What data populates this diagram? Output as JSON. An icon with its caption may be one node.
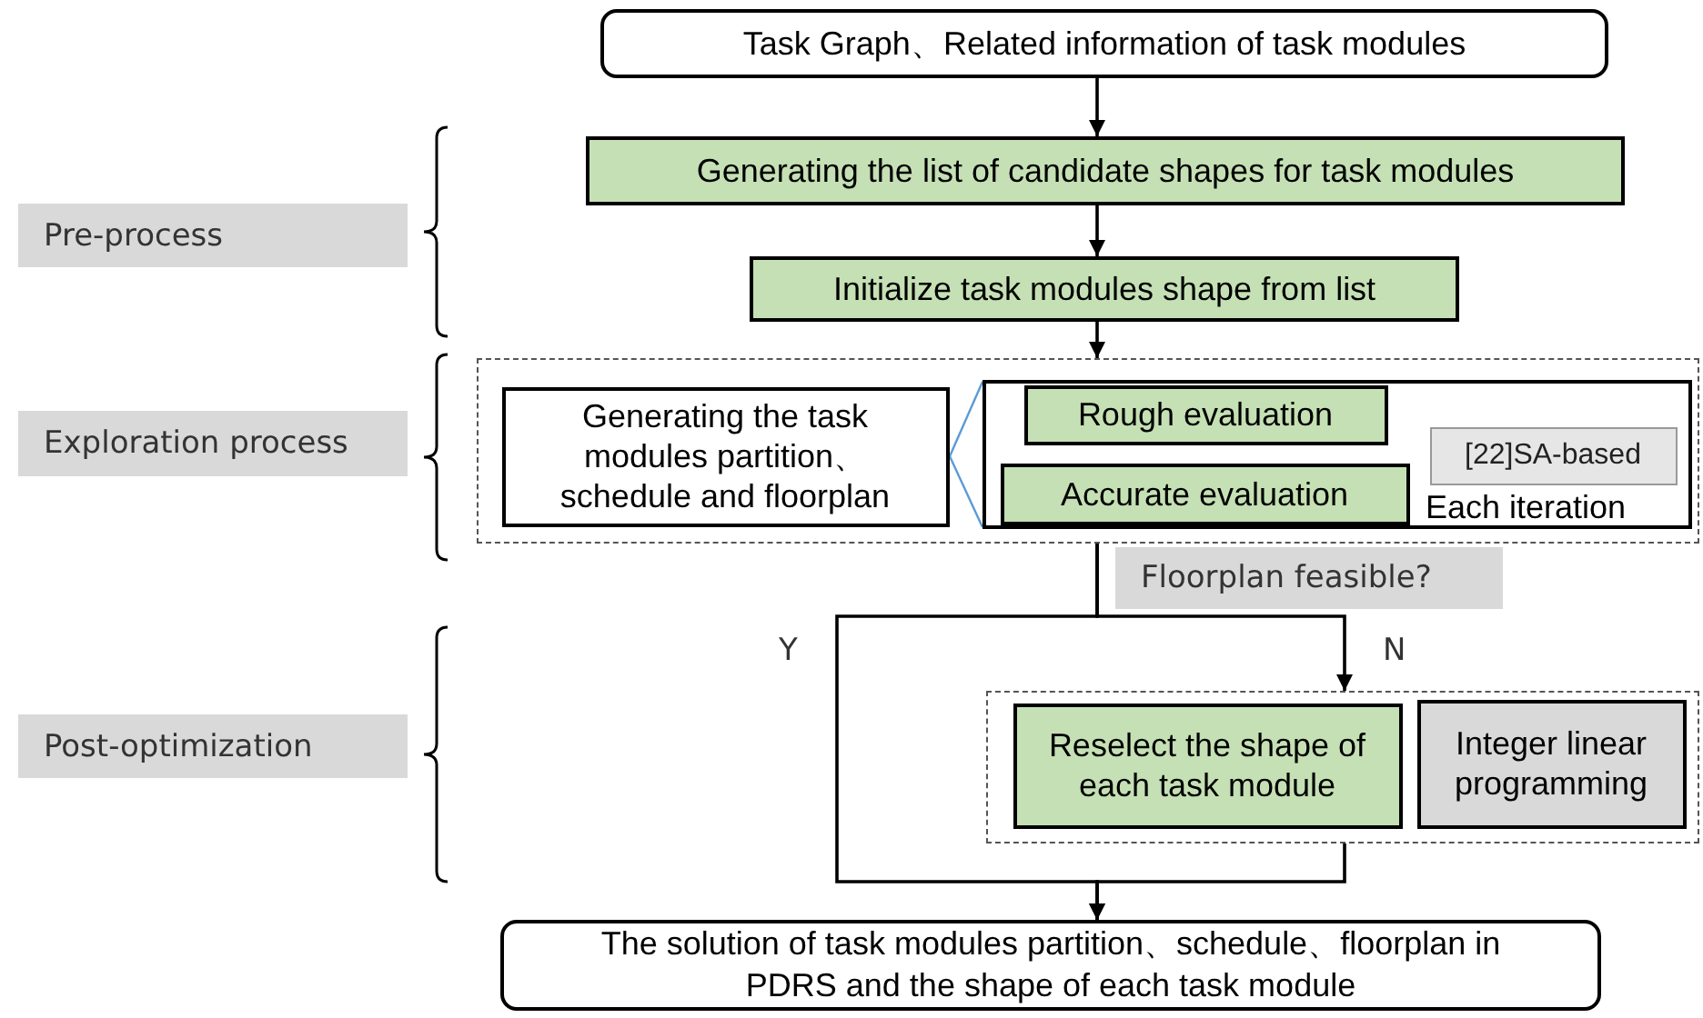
{
  "diagram": {
    "nodes": [
      {
        "text": [
          "Task Graph、Related information of task modules"
        ]
      },
      {
        "text": [
          "Generating the list of candidate shapes for task modules"
        ]
      },
      {
        "text": [
          "Initialize task modules shape from list"
        ]
      },
      {
        "text": [],
        "shape": "box"
      },
      {
        "text": [
          "Generating the task modules partition、schedule and floorplan"
        ],
        "in": 3
      },
      {
        "text": [
          "Each iteration"
        ],
        "in": 3
      },
      {
        "text": [
          "Rough evaluation"
        ],
        "in": 5
      },
      {
        "text": [
          "Accurate evaluation"
        ],
        "in": 5
      },
      {
        "text": [
          "[22]SA-based"
        ],
        "in": 5
      },
      {
        "text": [
          "Floorplan feasible?"
        ]
      },
      {
        "text": [],
        "shape": "box"
      },
      {
        "text": [
          "Reselect the shape of each task module"
        ],
        "in": 10
      },
      {
        "text": [
          "Integer linear programming"
        ],
        "in": 10
      },
      {
        "text": [
          "The solution of task modules partition、schedule、floorplan in PDRS and the shape of each task module"
        ]
      },
      {
        "text": [
          "Pre-process"
        ]
      },
      {
        "text": [
          "Exploration process"
        ]
      },
      {
        "text": [
          "Post-optimization"
        ]
      }
    ],
    "edges": [
      {
        "from": 0,
        "to": 1,
        "arrow": "to"
      },
      {
        "from": 1,
        "to": 2,
        "arrow": "to"
      },
      {
        "from": 2,
        "to": 3,
        "arrow": "to"
      },
      {
        "from": 4,
        "to": 5,
        "arrow": "none",
        "color": "#5b9bd5"
      },
      {
        "from": 4,
        "to": 5,
        "arrow": "none",
        "color": "#5b9bd5"
      },
      {
        "from": 3,
        "to": 13,
        "arrow": "to",
        "label": "Y"
      },
      {
        "from": 3,
        "to": 10,
        "arrow": "to",
        "label": "N"
      },
      {
        "from": 10,
        "to": 13,
        "arrow": "to"
      }
    ]
  }
}
